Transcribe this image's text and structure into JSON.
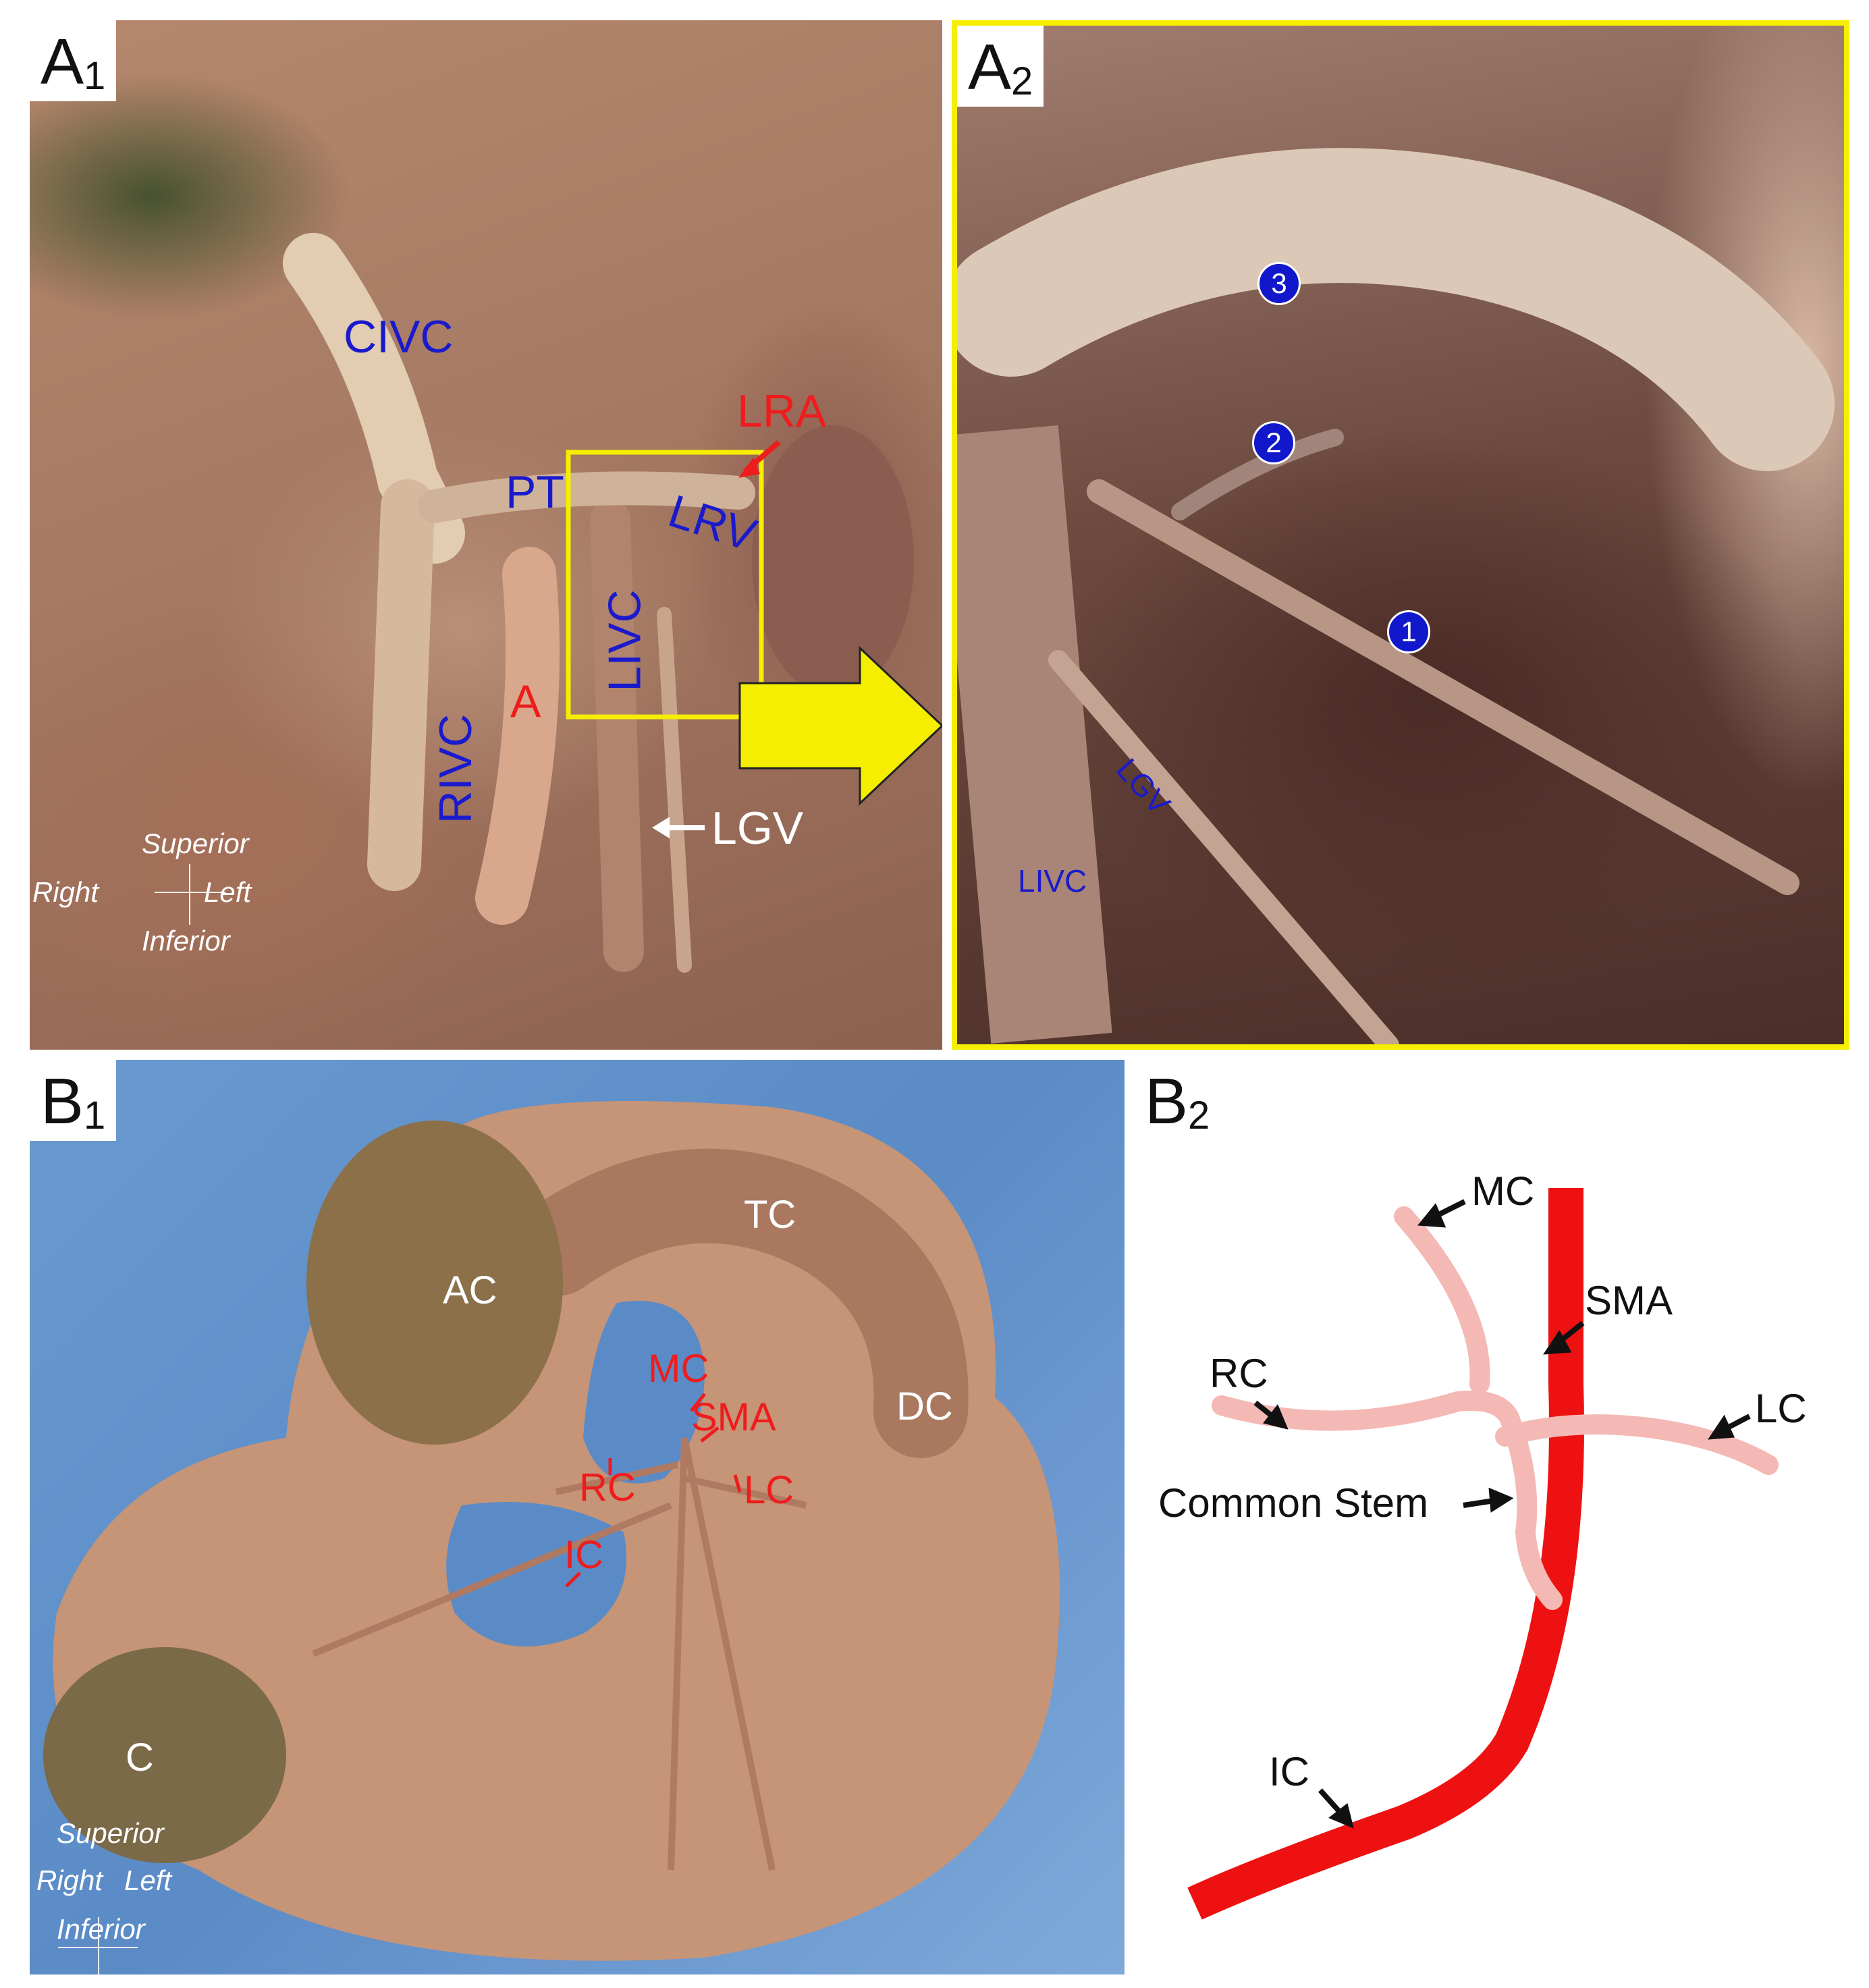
{
  "panels": {
    "a1": {
      "label": "A",
      "sub": "1"
    },
    "a2": {
      "label": "A",
      "sub": "2"
    },
    "b1": {
      "label": "B",
      "sub": "1"
    },
    "b2": {
      "label": "B",
      "sub": "2"
    }
  },
  "a1_labels": {
    "civc": "CIVC",
    "pt": "PT",
    "lrv": "LRV",
    "lra": "LRA",
    "livc": "LIVC",
    "rivc": "RIVC",
    "a": "A",
    "lgv": "LGV"
  },
  "a2_labels": {
    "lgv": "LGV",
    "livc": "LIVC",
    "n1": "1",
    "n2": "2",
    "n3": "3"
  },
  "b1_labels": {
    "ac": "AC",
    "tc": "TC",
    "dc": "DC",
    "c": "C",
    "mc": "MC",
    "sma": "SMA",
    "rc": "RC",
    "lc": "LC",
    "ic": "IC"
  },
  "b2_labels": {
    "mc": "MC",
    "sma": "SMA",
    "rc": "RC",
    "lc": "LC",
    "common_stem": "Common Stem",
    "ic": "IC"
  },
  "orientation": {
    "superior": "Superior",
    "inferior": "Inferior",
    "right": "Right",
    "left": "Left"
  },
  "colors": {
    "vein_blue": "#1a1acc",
    "artery_red": "#ee1c1c",
    "highlight_yellow": "#f5ee00",
    "vessel_pink": "#f4b9b5",
    "vessel_red": "#ee1111"
  }
}
